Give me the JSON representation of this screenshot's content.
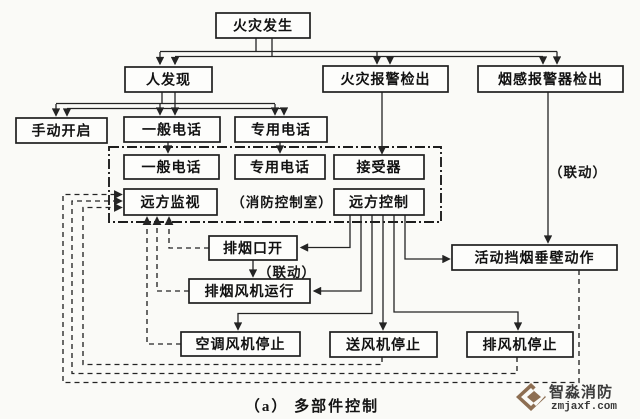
{
  "nodes": {
    "fire_occurs": "火灾发生",
    "person_discover": "人发现",
    "fire_alarm_detect": "火灾报警检出",
    "smoke_detector_detect": "烟感报警器检出",
    "manual_open": "手动开启",
    "general_phone_outer": "一般电话",
    "special_phone_outer": "专用电话",
    "general_phone_inner": "一般电话",
    "special_phone_inner": "专用电话",
    "receiver": "接受器",
    "remote_monitor": "远方监视",
    "remote_control": "远方控制",
    "smoke_vent_open": "排烟口开",
    "smoke_fan_run": "排烟风机运行",
    "smoke_barrier_action": "活动挡烟垂壁动作",
    "ac_fan_stop": "空调风机停止",
    "supply_fan_stop": "送风机停止",
    "exhaust_fan_stop": "排风机停止"
  },
  "labels": {
    "control_room": "（消防控制室）",
    "linkage_smoke": "（联动）",
    "linkage_vent": "（联动）"
  },
  "caption": "（a） 多部件控制",
  "watermark": {
    "brand": "智淼消防",
    "site": "zmjaxf.com"
  },
  "colors": {
    "background": "#fafaf7",
    "line": "#242424",
    "watermark_brand_mark": "#8d6e52"
  }
}
